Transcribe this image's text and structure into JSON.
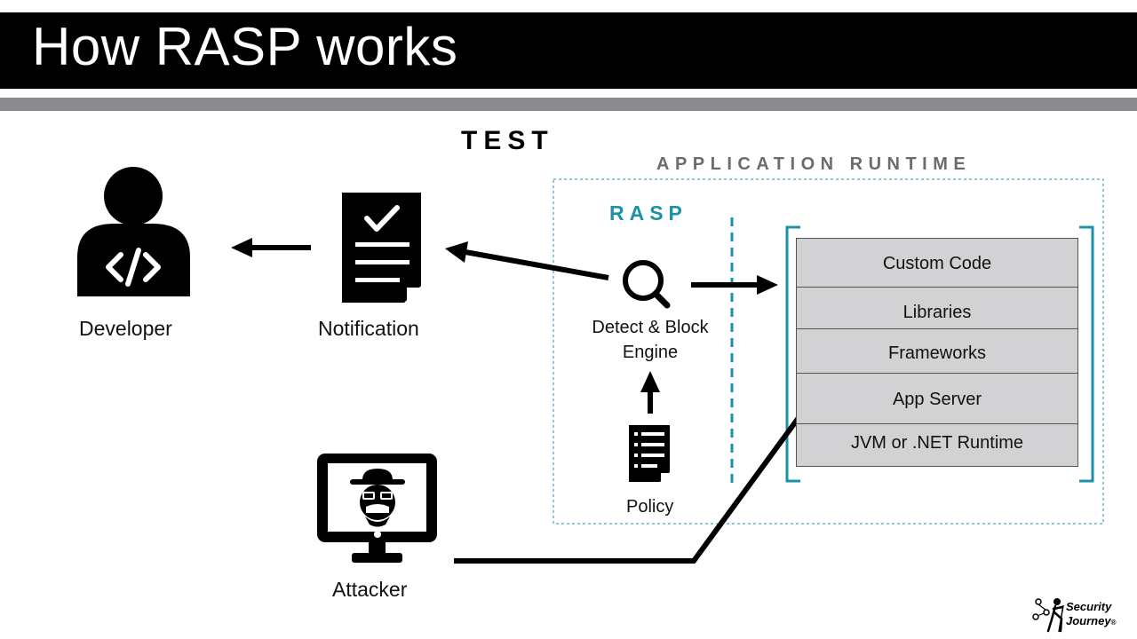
{
  "slide": {
    "title": "How RASP works"
  },
  "labels": {
    "test": "TEST",
    "application_runtime": "APPLICATION RUNTIME",
    "rasp": "RASP",
    "developer": "Developer",
    "notification": "Notification",
    "engine": "Detect & Block Engine",
    "engine_line1": "Detect & Block",
    "engine_line2": "Engine",
    "policy": "Policy",
    "attacker": "Attacker"
  },
  "runtime_stack": [
    "Custom Code",
    "Libraries",
    "Frameworks",
    "App Server",
    "JVM or .NET Runtime"
  ],
  "logo": {
    "line1": "Security",
    "line2": "Journey",
    "mark": "®"
  },
  "colors": {
    "rasp_accent": "#1a93a8",
    "runtime_label": "#6b6b70",
    "stack_fill": "#d2d2d4",
    "title_bar": "#000000",
    "band": "#8a8b90"
  },
  "icons": [
    "developer-icon",
    "notification-document-icon",
    "magnifier-icon",
    "policy-document-icon",
    "attacker-monitor-icon",
    "security-journey-logo"
  ]
}
